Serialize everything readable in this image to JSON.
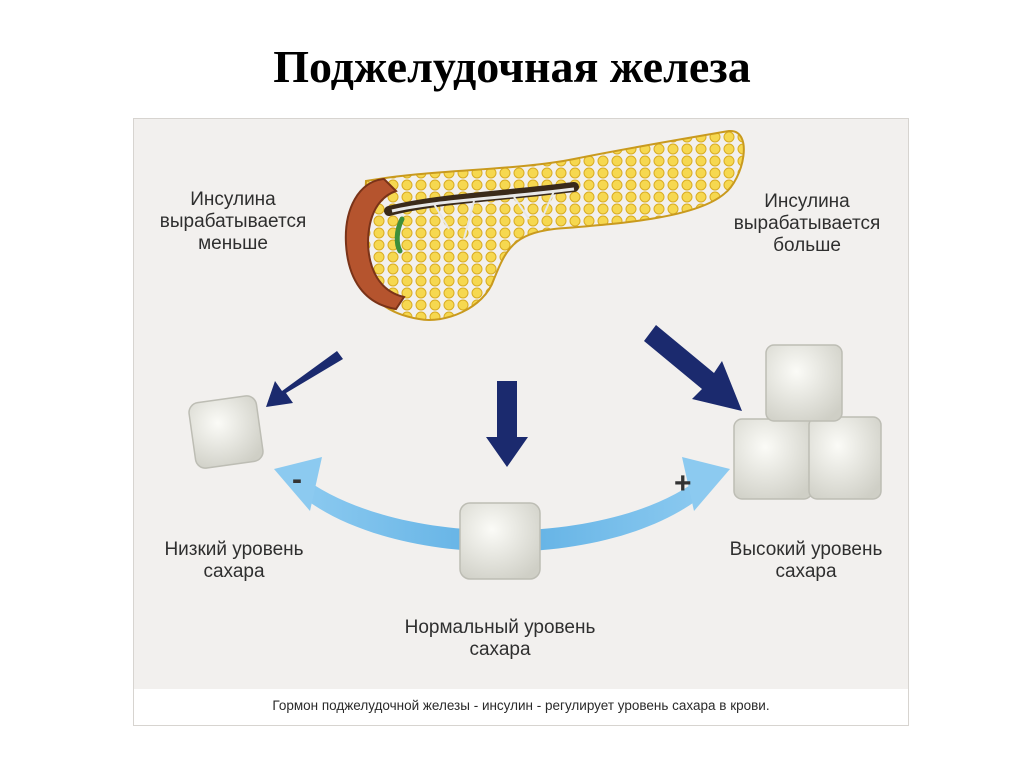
{
  "title": "Поджелудочная железа",
  "labels": {
    "insulin_less": "Инсулина\nвырабатывается\nменьше",
    "insulin_more": "Инсулина\nвырабатывается\nбольше",
    "low_sugar": "Низкий уровень\nсахара",
    "high_sugar": "Высокий уровень\nсахара",
    "normal_sugar": "Нормальный уровень\nсахара",
    "minus": "-",
    "plus": "+"
  },
  "caption": "Гормон поджелудочной железы - инсулин - регулирует  уровень сахара в крови.",
  "colors": {
    "arrow_dark": "#1b2a6e",
    "arrow_light": "#6fb8e6",
    "pancreas": "#f0cc3a",
    "sugar": "#f1f1ec"
  }
}
